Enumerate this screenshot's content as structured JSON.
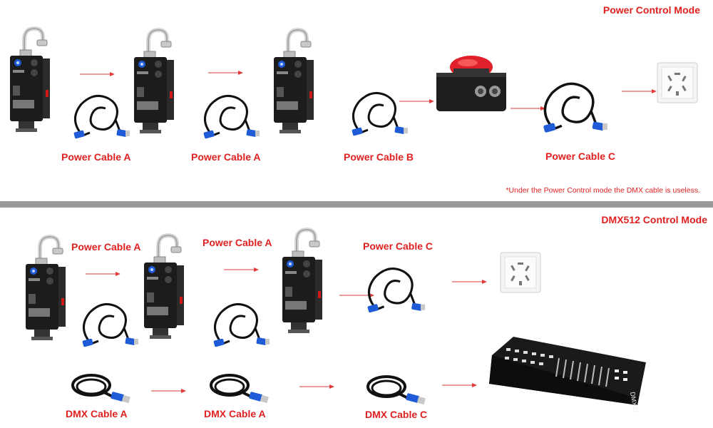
{
  "top_section": {
    "title": "Power Control Mode",
    "note": "*Under the Power Control mode the DMX cable is useless.",
    "labels": [
      "Power Cable A",
      "Power Cable A",
      "Power Cable B",
      "Power Cable C"
    ]
  },
  "bottom_section": {
    "title": "DMX512 Control Mode",
    "power_labels": [
      "Power Cable A",
      "Power Cable A",
      "Power Cable C"
    ],
    "dmx_labels": [
      "DMX Cable A",
      "DMX Cable A",
      "DMX Cable C"
    ]
  },
  "colors": {
    "accent": "#e02020",
    "divider": "#9a9a9a",
    "device_body": "#1c1c1c",
    "power_connector": "#1f5bd6",
    "button_cap": "#e0202a"
  },
  "icons": [
    "hoist-controller-icon",
    "power-cable-icon",
    "dmx-cable-icon",
    "red-button-box-icon",
    "wall-outlet-icon",
    "dmx-console-icon",
    "arrow-icon"
  ]
}
